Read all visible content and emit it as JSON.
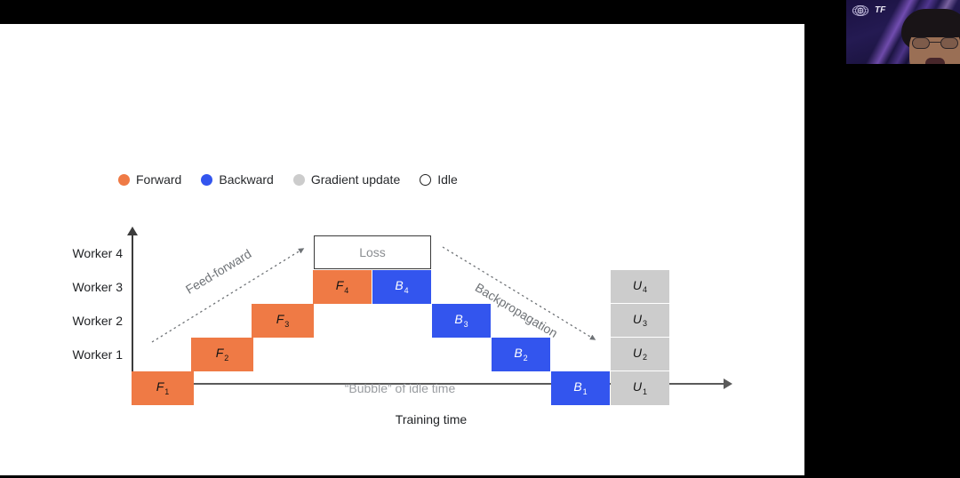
{
  "slide": {
    "legend": {
      "items": [
        {
          "label": "Forward",
          "swatch": "forward-dot-icon",
          "color": "#ef7a45"
        },
        {
          "label": "Backward",
          "swatch": "backward-dot-icon",
          "color": "#3355ee"
        },
        {
          "label": "Gradient update",
          "swatch": "gradient-dot-icon",
          "color": "#cccccc"
        },
        {
          "label": "Idle",
          "swatch": "idle-dot-icon",
          "color": "#ffffff"
        }
      ]
    },
    "loss_box_label": "Loss",
    "bubble_caption": "“Bubble” of idle time",
    "x_axis_title": "Training time",
    "annotations": {
      "feed_forward": "Feed-forward",
      "backpropagation": "Backpropagation"
    },
    "worker_labels": [
      "Worker 4",
      "Worker 3",
      "Worker 2",
      "Worker 1"
    ]
  },
  "chart_data": {
    "type": "gantt",
    "title": "Pipeline parallelism schedule",
    "xlabel": "Training time",
    "ylabel": "",
    "grid": false,
    "legend_position": "top-left",
    "rows": [
      "Worker 4",
      "Worker 3",
      "Worker 2",
      "Worker 1"
    ],
    "colors": {
      "forward": "#ef7a45",
      "backward": "#3355ee",
      "update": "#cccccc",
      "idle": "#ffffff"
    },
    "blocks": [
      {
        "label": "F",
        "index": "1",
        "kind": "forward",
        "row": "Worker 1",
        "start": 0,
        "duration": 1
      },
      {
        "label": "F",
        "index": "2",
        "kind": "forward",
        "row": "Worker 2",
        "start": 1,
        "duration": 1
      },
      {
        "label": "F",
        "index": "3",
        "kind": "forward",
        "row": "Worker 3",
        "start": 2,
        "duration": 1
      },
      {
        "label": "F",
        "index": "4",
        "kind": "forward",
        "row": "Worker 4",
        "start": 3,
        "duration": 1
      },
      {
        "label": "B",
        "index": "4",
        "kind": "backward",
        "row": "Worker 4",
        "start": 4,
        "duration": 1
      },
      {
        "label": "B",
        "index": "3",
        "kind": "backward",
        "row": "Worker 3",
        "start": 5,
        "duration": 1
      },
      {
        "label": "B",
        "index": "2",
        "kind": "backward",
        "row": "Worker 2",
        "start": 6,
        "duration": 1
      },
      {
        "label": "B",
        "index": "1",
        "kind": "backward",
        "row": "Worker 1",
        "start": 7,
        "duration": 1
      },
      {
        "label": "U",
        "index": "4",
        "kind": "update",
        "row": "Worker 4",
        "start": 8,
        "duration": 1
      },
      {
        "label": "U",
        "index": "3",
        "kind": "update",
        "row": "Worker 3",
        "start": 8,
        "duration": 1
      },
      {
        "label": "U",
        "index": "2",
        "kind": "update",
        "row": "Worker 2",
        "start": 8,
        "duration": 1
      },
      {
        "label": "U",
        "index": "1",
        "kind": "update",
        "row": "Worker 1",
        "start": 8,
        "duration": 1
      }
    ],
    "markers": [
      {
        "name": "loss",
        "label": "Loss",
        "after": "F4"
      }
    ],
    "annotations": [
      {
        "text": "Feed-forward",
        "direction": "up-right",
        "style": "dotted-arrow"
      },
      {
        "text": "Backpropagation",
        "direction": "down-right",
        "style": "dotted-arrow"
      },
      {
        "text": "“Bubble” of idle time",
        "style": "caption"
      }
    ]
  },
  "webcam": {
    "initials": "TF",
    "logo_icon": "circular-emblem-logo-icon"
  }
}
